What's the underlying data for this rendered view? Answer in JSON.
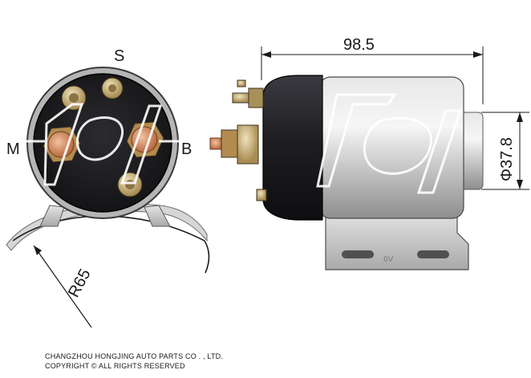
{
  "labels": {
    "terminal_s": "S",
    "terminal_m": "M",
    "terminal_b": "B",
    "radius": "R65",
    "length": "98.5",
    "diameter": "Φ37.8",
    "body_marking": "6V"
  },
  "footer": {
    "company": "CHANGZHOU HONGJING AUTO PARTS CO . , LTD.",
    "copyright": "COPYRIGHT © ALL RIGHTS RESERVED"
  },
  "colors": {
    "body_gray": "#c8c8c8",
    "cap_dark": "#1e1e22",
    "terminal_copper": "#d9865a",
    "terminal_brass": "#c9b07a"
  },
  "icons": {
    "watermark": "hongjing-logo-watermark"
  }
}
